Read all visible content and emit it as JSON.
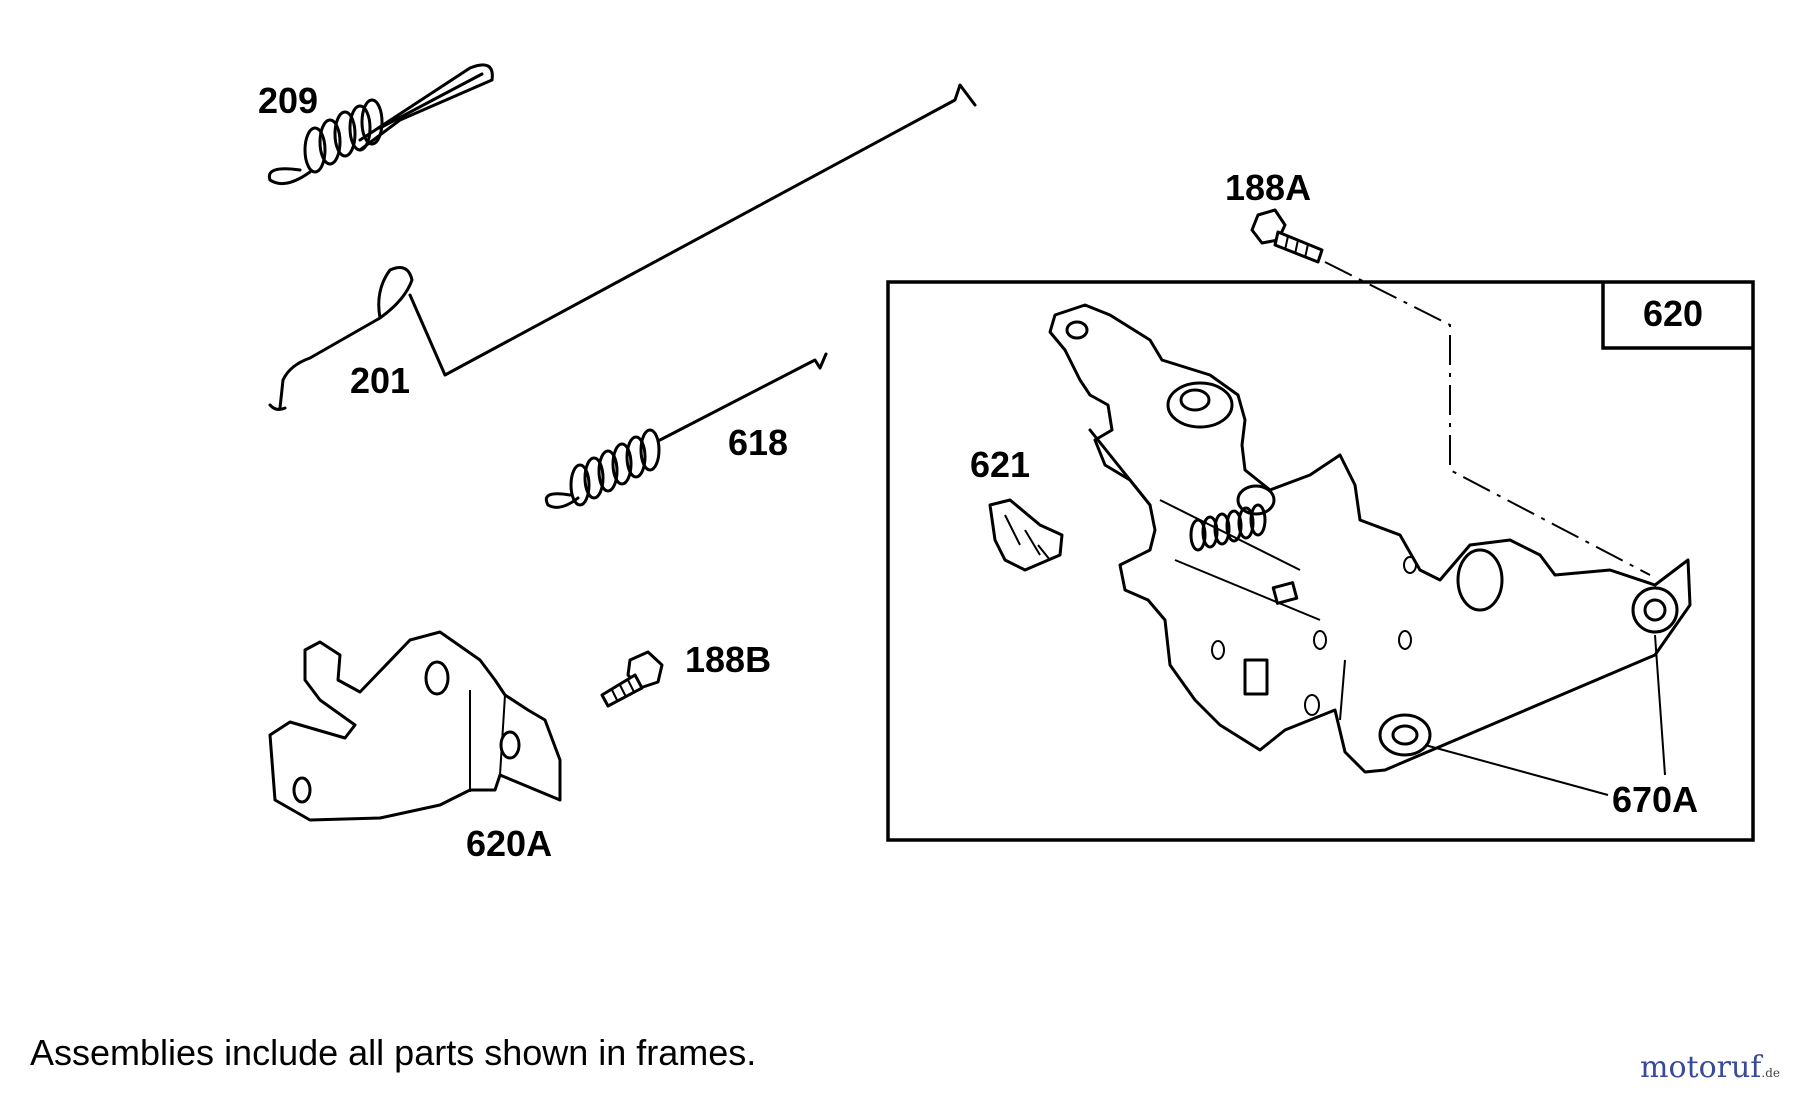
{
  "labels": {
    "p209": "209",
    "p201": "201",
    "p618": "618",
    "p621": "621",
    "p188A": "188A",
    "p188B": "188B",
    "p620": "620",
    "p620A": "620A",
    "p670A": "670A"
  },
  "footnote": "Assemblies include all parts shown in frames.",
  "watermark": {
    "brand": "motoruf",
    "tld": ".de"
  },
  "colors": {
    "ink": "#000000",
    "background": "#ffffff",
    "watermark": "#3a4a9a"
  }
}
